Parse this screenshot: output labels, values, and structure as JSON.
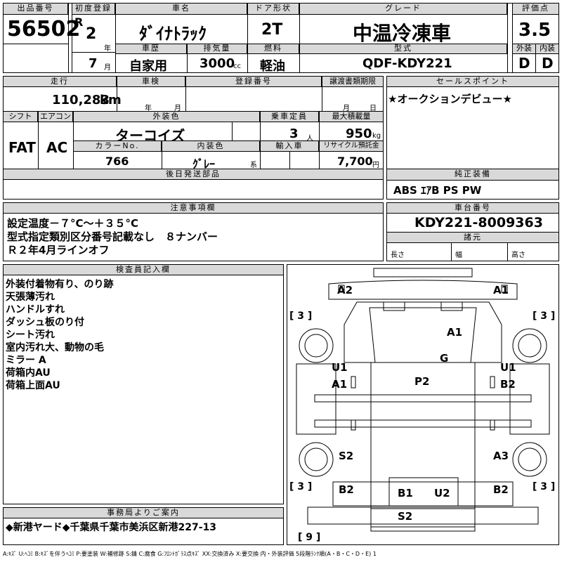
{
  "header": {
    "lot_label": "出品番号",
    "lot": "56502",
    "first_reg_label": "初度登録",
    "era": "R",
    "year": "2",
    "year_unit": "年",
    "month": "7",
    "month_unit": "月",
    "name_label": "車名",
    "name": "ﾀﾞｲﾅﾄﾗｯｸ",
    "door_label": "ドア形状",
    "door": "2T",
    "grade_label": "グレード",
    "grade": "中温冷凍車",
    "score_label": "評価点",
    "score": "3.5",
    "history_label": "車歴",
    "history": "自家用",
    "disp_label": "排気量",
    "disp": "3000",
    "disp_unit": "cc",
    "fuel_label": "燃料",
    "fuel": "軽油",
    "model_label": "型式",
    "model": "QDF-KDY221",
    "ext_label": "外装",
    "ext": "D",
    "int_label": "内装",
    "int": "D"
  },
  "row2": {
    "mileage_label": "走行",
    "mileage": "110,283",
    "mileage_unit": "km",
    "inspection_label": "車検",
    "insp_year": "年",
    "insp_month": "月",
    "reg_label": "登録番号",
    "deadline_label": "譲渡書類期限",
    "dl_month": "月",
    "dl_day": "日",
    "shift_label": "シフト",
    "shift": "FAT",
    "ac_label": "エアコン",
    "ac": "AC",
    "color_label": "外装色",
    "color": "ターコイズ",
    "capacity_label": "乗車定員",
    "capacity": "3",
    "capacity_unit": "人",
    "load_label": "最大積載量",
    "load": "950",
    "load_unit": "kg",
    "color_no_label": "カラーNo.",
    "color_no": "766",
    "int_color_label": "内装色",
    "int_color": "ｸﾞﾚｰ",
    "int_color_unit": "系",
    "import_label": "輸入車",
    "recycle_label": "リサイクル預託金",
    "recycle": "7,700",
    "recycle_unit": "円",
    "later_label": "後日発送部品"
  },
  "sales": {
    "label": "セールスポイント",
    "text": "★オークションデビュー★",
    "equip_label": "純正装備",
    "equip": "ABS ｴｱB PS PW"
  },
  "notes": {
    "label": "注意事項欄",
    "lines": [
      "設定温度－７°C～＋３５°C",
      "型式指定類別区分番号記載なし　８ナンバー",
      "Ｒ２年4月ラインオフ"
    ]
  },
  "chassis": {
    "label": "車台番号",
    "number": "KDY221-8009363",
    "dims_label": "諸元",
    "len": "長さ",
    "wid": "幅",
    "hei": "高さ"
  },
  "inspector": {
    "label": "検査員記入欄",
    "lines": [
      "外装付着物有り、のり跡",
      "天張薄汚れ",
      "ハンドルすれ",
      "ダッシュ板のり付",
      "シート汚れ",
      "室内汚れ大、動物の毛",
      "ミラー A",
      "荷箱内AU",
      "荷箱上面AU"
    ]
  },
  "diagram": {
    "a2": "A2",
    "a1_top": "A1",
    "t3l": "[ 3 ]",
    "t3r": "[ 3 ]",
    "a1_mid": "A1",
    "g": "G",
    "u1l": "U1",
    "u1r": "U1",
    "a1l": "A1",
    "p2": "P2",
    "b2r": "B2",
    "s2l": "S2",
    "a3r": "A3",
    "b3l": "[ 3 ]",
    "b3r": "[ 3 ]",
    "b2l": "B2",
    "b1": "B1",
    "u2": "U2",
    "b2rr": "B2",
    "s2b": "S2",
    "n9": "[ 9 ]"
  },
  "office": {
    "label": "事務局よりご案内",
    "text": "◆新港ヤード◆千葉県千葉市美浜区新港227-13"
  },
  "legend": "A:ｷｽﾞ U:ﾍｺﾐ B:ｷｽﾞを伴うﾍｺﾐ P:要塗装 W:補修跡 S:錆 C:腐食 G:ﾌﾛﾝﾄｶﾞﾗｽ点ｷｽﾞ XX:交換済み X:要交換 内・外装評価 5段階ﾗﾝｸ順(A・B・C・D・E) 1"
}
